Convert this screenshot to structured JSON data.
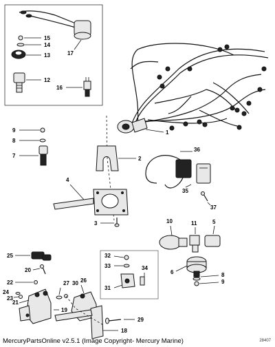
{
  "labels": {
    "p1": "1",
    "p2": "2",
    "p3": "3",
    "p4": "4",
    "p5": "5",
    "p6": "6",
    "p7": "7",
    "p8a": "8",
    "p8b": "8",
    "p9a": "9",
    "p9b": "9",
    "p10": "10",
    "p11": "11",
    "p12": "12",
    "p13": "13",
    "p14": "14",
    "p15": "15",
    "p16": "16",
    "p17": "17",
    "p18": "18",
    "p19": "19",
    "p20": "20",
    "p21": "21",
    "p22": "22",
    "p23": "23",
    "p24": "24",
    "p25": "25",
    "p26": "26",
    "p27": "27",
    "p29": "29",
    "p30": "30",
    "p31": "31",
    "p32": "32",
    "p33": "33",
    "p34": "34",
    "p35": "35",
    "p36": "36",
    "p37": "37"
  },
  "footer": {
    "credit": "MercuryPartsOnline v2.5.1 (Image Copyright- Mercury Marine)",
    "drawing_code": "28407"
  }
}
